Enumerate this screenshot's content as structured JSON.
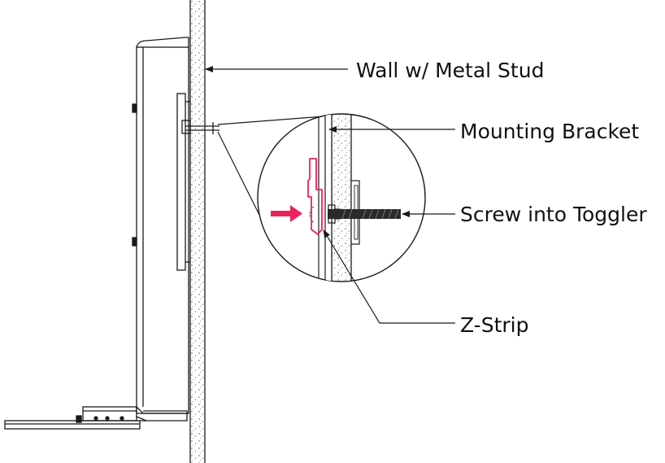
{
  "labels": {
    "wall": "Wall w/ Metal Stud",
    "bracket": "Mounting Bracket",
    "screw": "Screw into Toggler",
    "zstrip": "Z-Strip"
  },
  "colors": {
    "line": "#1a1a1a",
    "highlight": "#e8245a",
    "wall_fill": "#f4f4f4",
    "screw": "#2a2a2a"
  }
}
